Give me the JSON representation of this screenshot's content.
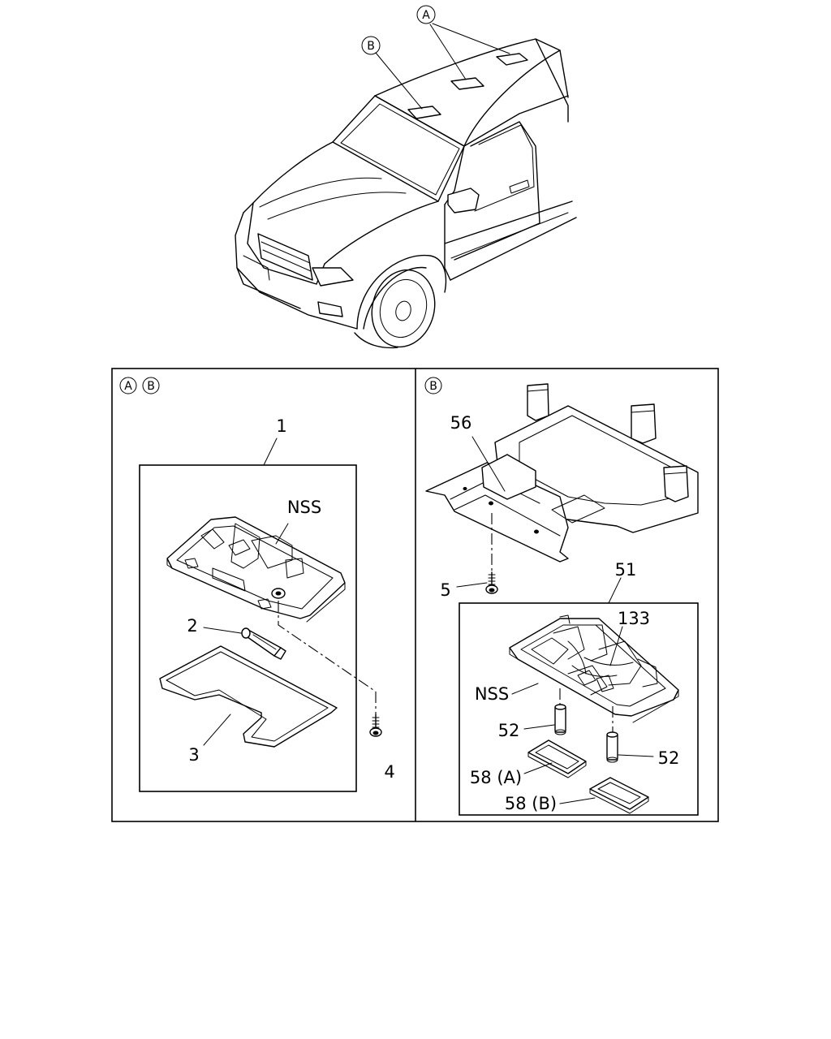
{
  "vehicle_callouts": {
    "a": "A",
    "b": "B"
  },
  "left_panel": {
    "heading_a": "A",
    "heading_b": "B",
    "parts": {
      "lamp_assembly": "1",
      "bulb": "2",
      "lens": "3",
      "screw": "4",
      "nss": "NSS"
    }
  },
  "right_panel": {
    "heading_b": "B",
    "parts": {
      "bracket": "56",
      "screw": "5",
      "lamp_assembly": "51",
      "harness": "133",
      "nss": "NSS",
      "bulb_left": "52",
      "bulb_right": "52",
      "lens_a": "58 (A)",
      "lens_b": "58 (B)"
    }
  }
}
